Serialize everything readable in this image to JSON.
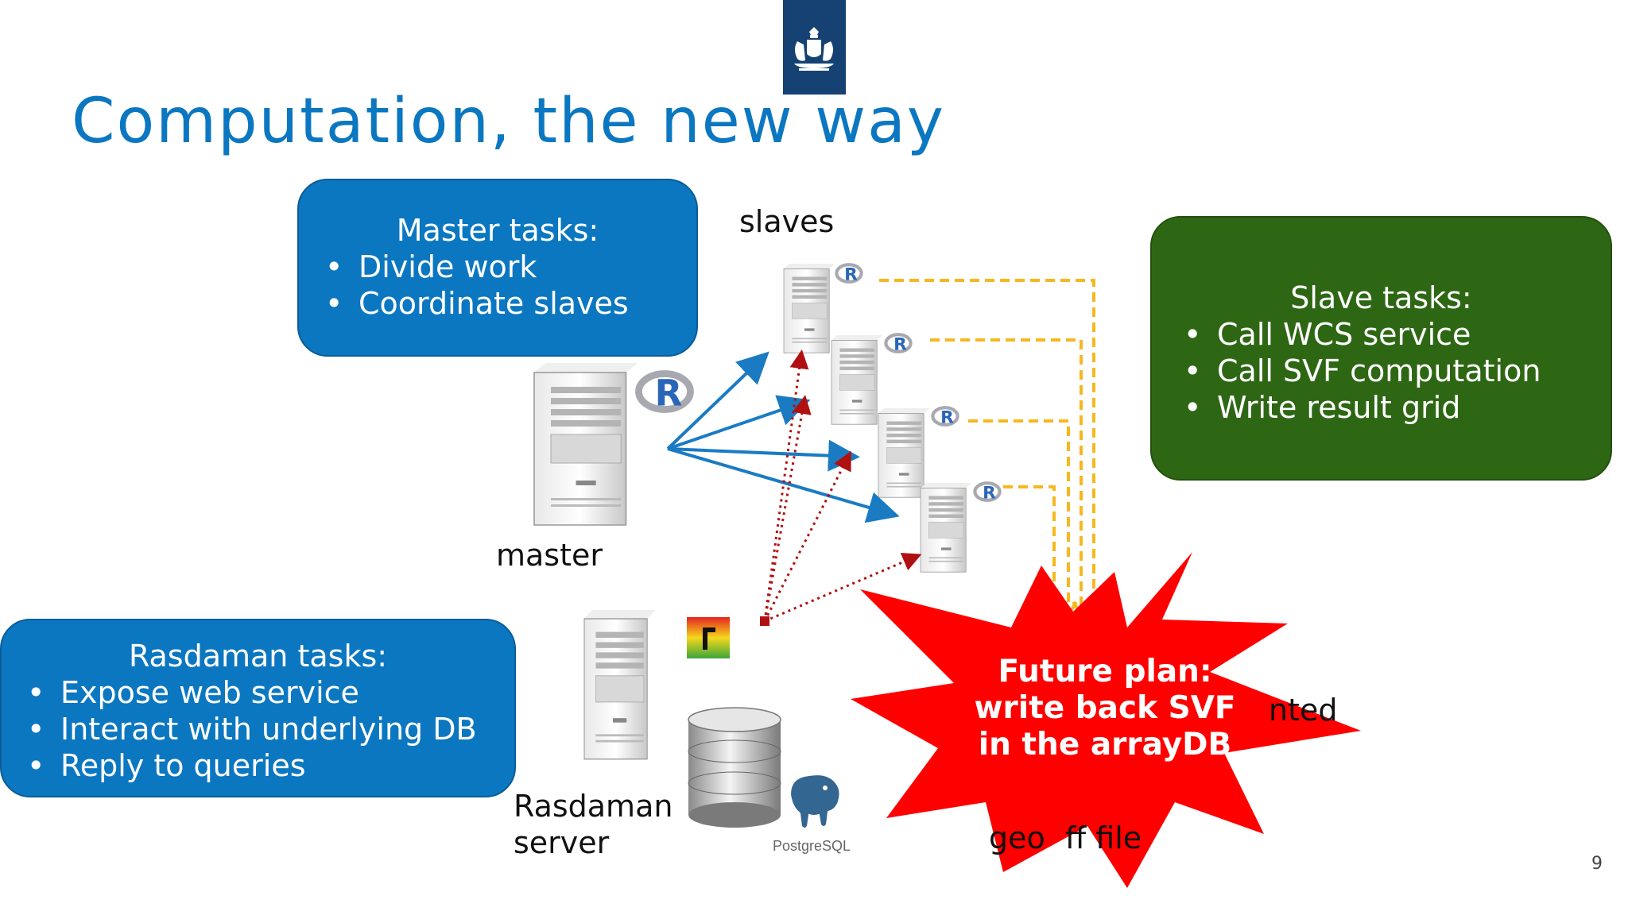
{
  "title": "Computation, the new way",
  "master_box": {
    "heading": "Master tasks:",
    "items": [
      "Divide work",
      "Coordinate slaves"
    ]
  },
  "slave_box": {
    "heading": "Slave tasks:",
    "items": [
      "Call WCS service",
      "Call SVF computation",
      "Write result grid"
    ]
  },
  "rasdaman_box": {
    "heading": "Rasdaman tasks:",
    "items": [
      "Expose web service",
      "Interact with underlying DB",
      "Reply to queries"
    ]
  },
  "labels": {
    "slaves": "slaves",
    "master": "master",
    "rasdaman_line1": "Rasdaman",
    "rasdaman_line2": "server",
    "partial_right": "nted",
    "partial_bottom_left": "geo",
    "partial_bottom_right": "ff file",
    "postgres": "PostgreSQL",
    "r_letter": "R"
  },
  "callout": {
    "line1": "Future plan:",
    "line2": "write back SVF",
    "line3": "in the arrayDB"
  },
  "page_number": "9",
  "colors": {
    "title": "#0b77c1",
    "master_box": "#0b77c1",
    "slave_box": "#2e6714",
    "callout": "#ff0000",
    "blue_arrows": "#1a7bc3",
    "red_dotted": "#b01010",
    "yellow_dashed": "#f5b820"
  }
}
